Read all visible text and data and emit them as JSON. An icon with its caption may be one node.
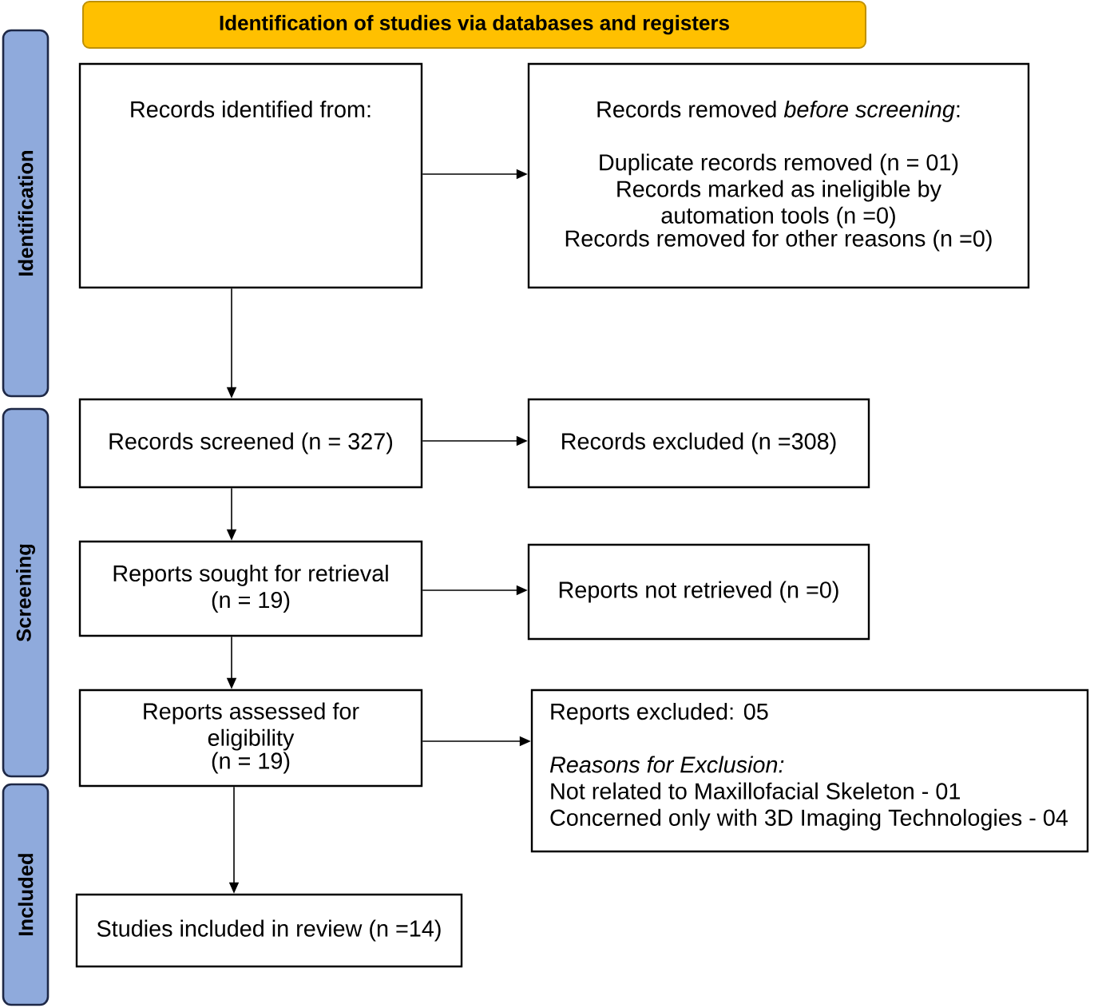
{
  "diagram": {
    "nodes": [
      {
        "text": [
          "Identification of studies via databases and registers"
        ]
      },
      {
        "text": [
          "Identification"
        ]
      },
      {
        "text": [
          "Screening"
        ]
      },
      {
        "text": [
          "Included"
        ]
      },
      {
        "text": [
          "Records identified from:"
        ]
      },
      {
        "text": [
          "Records removed *before screening*:",
          "Duplicate records removed (n = 01)",
          "Records marked as ineligible by automation tools (n =0)",
          "Records removed for other reasons (n =0)"
        ]
      },
      {
        "text": [
          "Records screened (n = 327)"
        ]
      },
      {
        "text": [
          "Records excluded (n =308)"
        ]
      },
      {
        "text": [
          "Reports sought for retrieval",
          "(n = 19)"
        ]
      },
      {
        "text": [
          "Reports not retrieved (n =0)"
        ]
      },
      {
        "text": [
          "Reports assessed for eligibility",
          "(n = 19)"
        ]
      },
      {
        "text": [
          "Reports excluded: 05",
          "Reasons for Exclusion:",
          "Not related to Maxillofacial Skeleton - 01",
          "Concerned only with 3D Imaging Technologies - 04"
        ]
      },
      {
        "text": [
          "Studies included in review (n =14)"
        ]
      }
    ],
    "edges": [
      {
        "from": 4,
        "to": 5,
        "arrow": "to"
      },
      {
        "from": 4,
        "to": 6,
        "arrow": "to"
      },
      {
        "from": 6,
        "to": 7,
        "arrow": "to"
      },
      {
        "from": 6,
        "to": 8,
        "arrow": "to"
      },
      {
        "from": 8,
        "to": 9,
        "arrow": "to"
      },
      {
        "from": 8,
        "to": 10,
        "arrow": "to"
      },
      {
        "from": 10,
        "to": 11,
        "arrow": "to"
      },
      {
        "from": 10,
        "to": 12,
        "arrow": "to"
      }
    ]
  }
}
